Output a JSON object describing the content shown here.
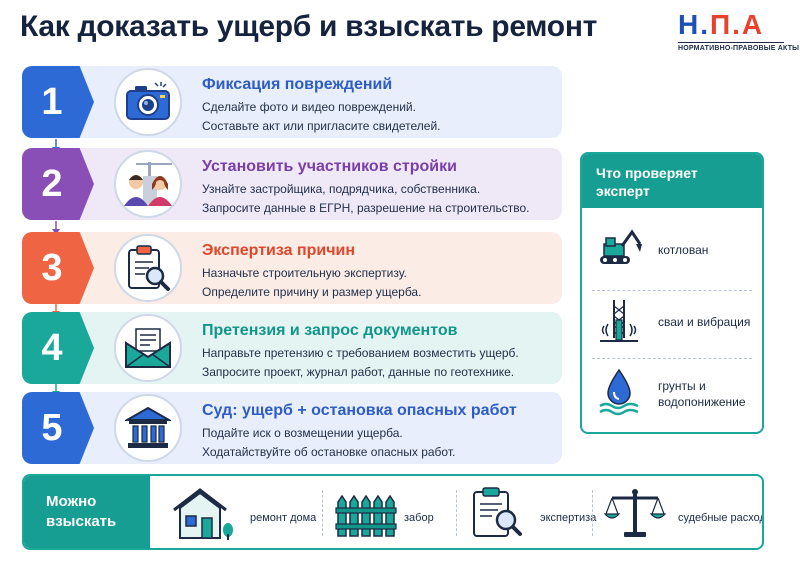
{
  "title": "Как доказать ущерб и взыскать ремонт",
  "logo": {
    "letters": [
      "Н",
      ".",
      "П",
      ".",
      "А"
    ],
    "subtitle": "НОРМАТИВНО-ПРАВОВЫЕ АКТЫ",
    "colors": {
      "blue": "#1d4fb8",
      "red": "#e8422d"
    }
  },
  "steps": [
    {
      "number": "1",
      "title": "Фиксация повреждений",
      "line1": "Сделайте фото и видео повреждений.",
      "line2": "Составьте акт или пригласите свидетелей.",
      "color": "#2d6ad6",
      "bg": "#e8eefb",
      "title_color": "#2d5cc4",
      "icon": "camera-icon"
    },
    {
      "number": "2",
      "title": "Установить участников стройки",
      "line1": "Узнайте застройщика, подрядчика, собственника.",
      "line2": "Запросите данные в ЕГРН, разрешение на строительство.",
      "color": "#8a4fb6",
      "bg": "#efe8f6",
      "title_color": "#7a3fa8",
      "icon": "people-crane-icon"
    },
    {
      "number": "3",
      "title": "Экспертиза причин",
      "line1": "Назначьте строительную экспертизу.",
      "line2": "Определите причину и размер ущерба.",
      "color": "#ef6543",
      "bg": "#fbece6",
      "title_color": "#e0472a",
      "icon": "clipboard-magnifier-icon"
    },
    {
      "number": "4",
      "title": "Претензия и запрос документов",
      "line1": "Направьте претензию с требованием возместить ущерб.",
      "line2": "Запросите проект, журнал работ, данные по геотехнике.",
      "color": "#1aa89a",
      "bg": "#e4f4f2",
      "title_color": "#12968a",
      "icon": "envelope-icon"
    },
    {
      "number": "5",
      "title": "Суд: ущерб + остановка опасных работ",
      "line1": "Подайте иск о возмещении ущерба.",
      "line2": "Ходатайствуйте об остановке опасных работ.",
      "color": "#2d6ad6",
      "bg": "#e8eefb",
      "title_color": "#2d5cc4",
      "icon": "courthouse-icon"
    }
  ],
  "expert": {
    "title": "Что проверяет эксперт",
    "items": [
      {
        "label": "котлован",
        "icon": "excavator-icon"
      },
      {
        "label": "сваи и вибрация",
        "icon": "pile-vibration-icon"
      },
      {
        "label": "грунты и водопонижение",
        "icon": "water-drop-icon"
      }
    ]
  },
  "recover": {
    "title": "Можно взыскать",
    "items": [
      {
        "label": "ремонт дома",
        "icon": "house-icon"
      },
      {
        "label": "забор",
        "icon": "fence-icon"
      },
      {
        "label": "экспертиза",
        "icon": "clipboard-magnifier-icon"
      },
      {
        "label": "судебные расходы",
        "icon": "scales-icon"
      }
    ]
  },
  "colors": {
    "teal": "#179e92",
    "dark": "#16233f"
  }
}
